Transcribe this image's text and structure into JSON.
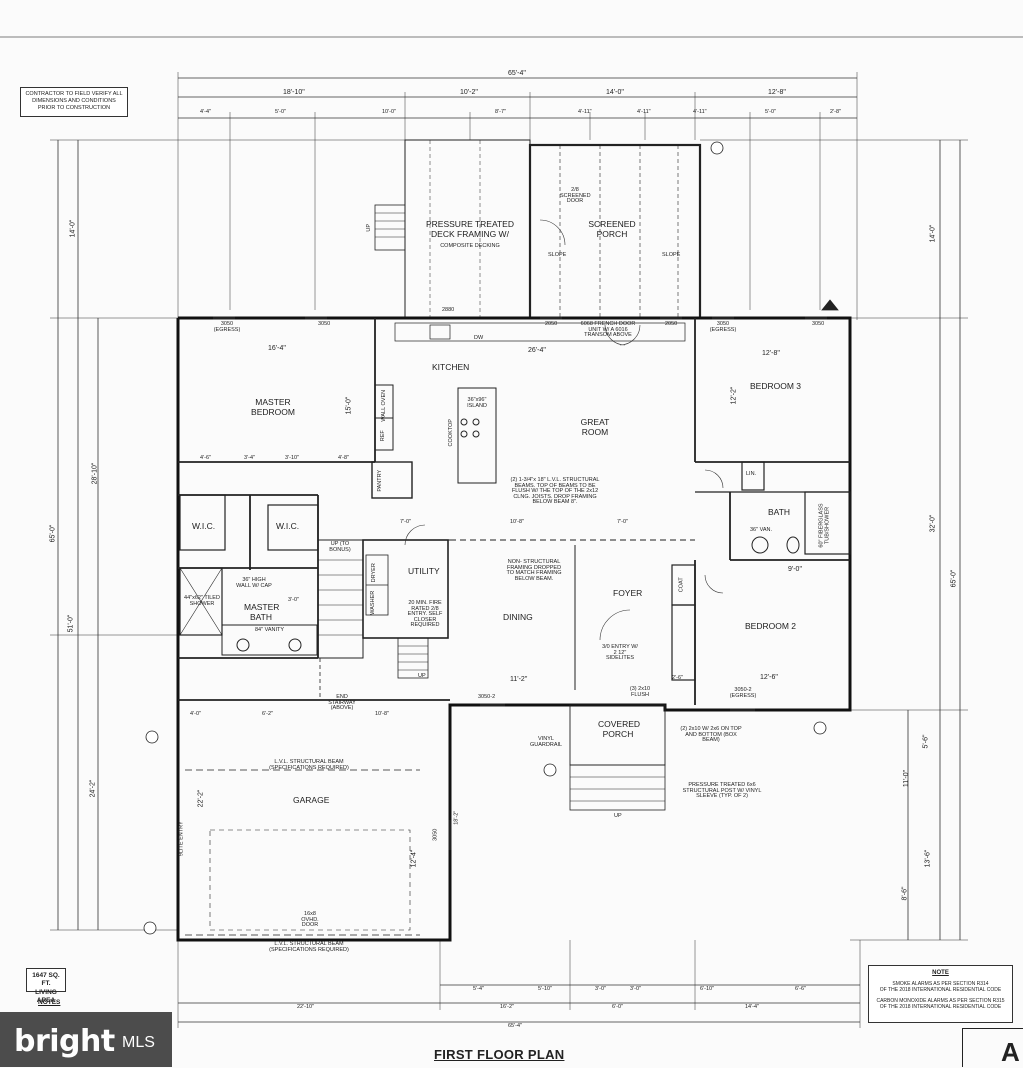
{
  "header_note": "CONTRACTOR TO FIELD VERIFY ALL DIMENSIONS AND CONDITIONS PRIOR TO CONSTRUCTION",
  "title": "FIRST FLOOR PLAN",
  "sheet_letter": "A",
  "living_area": {
    "line1": "1647 SQ. FT.",
    "line2": "LIVING AREA"
  },
  "notes_label": "NOTES",
  "note_box": {
    "heading": "NOTE",
    "line1": "SMOKE ALARMS AS PER SECTION R314",
    "line2": "OF THE 2018 INTERNATIONAL RESIDENTIAL CODE",
    "line3": "CARBON MONOXIDE ALARMS AS PER SECTION R315",
    "line4": "OF THE 2018 INTERNATIONAL RESIDENTIAL CODE"
  },
  "logo": {
    "main": "bright",
    "sub": "MLS"
  },
  "rooms": {
    "deck": "PRESSURE TREATED DECK FRAMING W/",
    "deck_sub": "COMPOSITE DECKING",
    "screened_porch": "SCREENED PORCH",
    "screened_door": "2/8 SCREENED DOOR",
    "master_bedroom": "MASTER BEDROOM",
    "kitchen": "KITCHEN",
    "island": "36\"x96\" ISLAND",
    "great_room": "GREAT ROOM",
    "bedroom3": "BEDROOM 3",
    "bath": "BATH",
    "lin": "LIN.",
    "wic1": "W.I.C.",
    "wic2": "W.I.C.",
    "master_bath": "MASTER BATH",
    "vanity84": "84\" VANITY",
    "tiled_shower": "44\"x62\" TILED SHOWER",
    "pantry": "PANTRY",
    "utility": "UTILITY",
    "dining": "DINING",
    "foyer": "FOYER",
    "coat": "COAT",
    "bedroom2": "BEDROOM 2",
    "covered_porch": "COVERED PORCH",
    "garage": "GARAGE",
    "ovhd_door": "16x8 OVHD. DOOR",
    "washer": "WASHER",
    "dryer": "DRYER",
    "wall_oven": "WALL OVEN",
    "ref": "REF",
    "cooktop": "COOKTOP",
    "dw": "DW",
    "van36": "36\" VAN.",
    "fiberglass": "60\" FIBERGLASS TUB/SHOWER"
  },
  "annotations": {
    "french_door": "6068 FRENCH DOOR UNIT W/ A 6016 TRANSOM ABOVE",
    "lvl_beams": "(2) 1-3/4\"x 18\" L.V.L. STRUCTURAL BEAMS. TOP OF BEAMS TO BE FLUSH W/ THE TOP OF THE 2x12 CLNG. JOISTS. DROP FRAMING BELOW BEAM 8\".",
    "nonstructural": "NON- STRUCTURAL FRAMING DROPPED TO MATCH FRAMING BELOW BEAM.",
    "wall_cap": "36\" HIGH WALL W/ CAP",
    "fire_door": "20 MIN. FIRE RATED 2/8 ENTRY. SELF CLOSER REQUIRED",
    "entry": "3/0 ENTRY W/ 2 12\" SIDELITES",
    "flush": "(3) 2x10 FLUSH",
    "box_beam": "(2) 2x10 W/ 2x6 ON TOP AND BOTTOM (BOX BEAM)",
    "post": "PRESSURE TREATED 6x6 STRUCTURAL POST W/ VINYL SLEEVE (TYP. OF 2)",
    "guardrail": "VINYL GUARDRAIL",
    "lvl_garage1": "L.V.L. STRUCTURAL BEAM (SPECIFICATIONS REQUIRED)",
    "lvl_garage2": "L.V.L. STRUCTURAL BEAM (SPECIFICATIONS REQUIRED)",
    "end_stair": "END STAIRWAY (ABOVE)",
    "up_bonus": "UP (TO BONUS)",
    "up1": "UP",
    "up2": "UP",
    "up3": "UP",
    "slope1": "SLOPE",
    "slope2": "SLOPE",
    "entry_side": "9LITE ENTRY"
  },
  "windows": {
    "w1": "3050 (EGRESS)",
    "w2": "3050",
    "w3": "2880",
    "w4": "2050",
    "w5": "2050",
    "w6": "3050 (EGRESS)",
    "w7": "3050",
    "w8": "3050-2",
    "w9": "3050-2 (EGRESS)",
    "w10": "3050"
  },
  "dimensions": {
    "overall_top": "65'-4\"",
    "top2": [
      "18'-10\"",
      "10'-2\"",
      "14'-0\"",
      "12'-8\""
    ],
    "top3": [
      "4'-4\"",
      "5'-0\"",
      "10'-0\"",
      "8'-7\"",
      "4'-11\"",
      "4'-11\"",
      "4'-11\"",
      "5'-0\"",
      "2'-8\""
    ],
    "left_total": "65'-0\"",
    "left": [
      "14'-0\"",
      "28'-10\"",
      "51'-0\"",
      "24'-2\""
    ],
    "right": [
      "14'-0\"",
      "32'-0\"",
      "65'-0\"",
      "5'-6\"",
      "11'-0\"",
      "13'-6\"",
      "8'-6\""
    ],
    "bottom1": [
      "5'-4\"",
      "5'-10\"",
      "3'-0\"",
      "3'-0\"",
      "6'-10\"",
      "6'-6\""
    ],
    "bottom2": [
      "22'-10\"",
      "16'-2\"",
      "6'-0\"",
      "14'-4\""
    ],
    "bottom_total": "65'-4\"",
    "inner": {
      "mb_w": "16'-4\"",
      "mb_h": "15'-0\"",
      "kit_w": "26'-4\"",
      "br3_w": "12'-8\"",
      "br3_h": "12'-2\"",
      "br2_w": "12'-6\"",
      "br2_h": "9'-0\"",
      "gar_h": "22'-2\"",
      "gar_w": "12'-4\"",
      "dining": "11'-2\"",
      "a": "4'-6\"",
      "b": "3'-4\"",
      "c": "3'-10\"",
      "d": "4'-8\"",
      "e": "7'-0\"",
      "f": "10'-8\"",
      "g": "7'-0\"",
      "h": "4'-0\"",
      "i": "6'-2\"",
      "j": "10'-8\"",
      "k": "18'-2\"",
      "l": "3'-0\"",
      "m": "2'-6\""
    }
  }
}
